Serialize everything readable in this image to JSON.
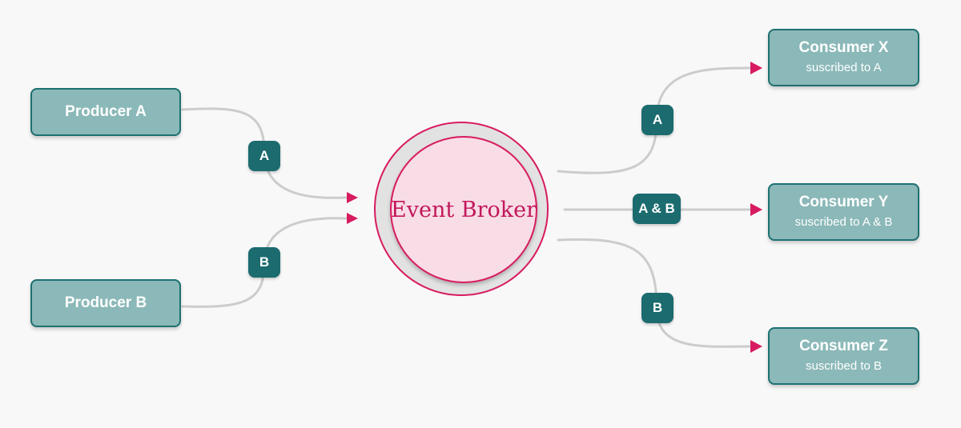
{
  "broker": {
    "label": "Event Broker"
  },
  "producers": [
    {
      "label": "Producer A"
    },
    {
      "label": "Producer B"
    }
  ],
  "consumers": [
    {
      "label": "Consumer X",
      "subscription": "suscribed to A"
    },
    {
      "label": "Consumer Y",
      "subscription": "suscribed to A & B"
    },
    {
      "label": "Consumer Z",
      "subscription": "suscribed to B"
    }
  ],
  "badges": {
    "producer_a_event": "A",
    "producer_b_event": "B",
    "consumer_x_event": "A",
    "consumer_y_event": "A & B",
    "consumer_z_event": "B"
  },
  "colors": {
    "background": "#f8f8f8",
    "node_fill": "#8bb8b8",
    "node_border": "#1e7070",
    "badge_fill": "#1b6b6f",
    "connector": "#cccccc",
    "accent": "#d81b60",
    "broker_fill": "#f8dde6"
  }
}
